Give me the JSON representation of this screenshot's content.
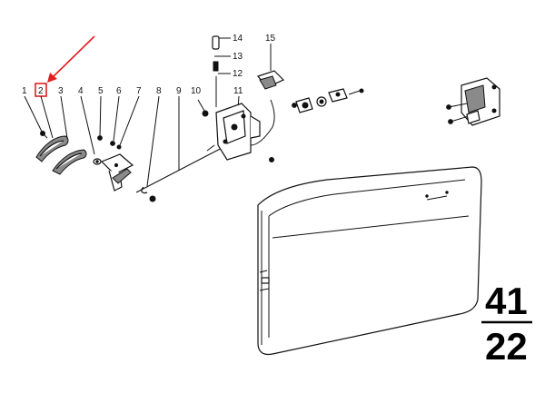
{
  "callouts": [
    {
      "id": "1",
      "label": "1"
    },
    {
      "id": "2",
      "label": "2",
      "highlighted": true
    },
    {
      "id": "3",
      "label": "3"
    },
    {
      "id": "4",
      "label": "4"
    },
    {
      "id": "5",
      "label": "5"
    },
    {
      "id": "6",
      "label": "6"
    },
    {
      "id": "7",
      "label": "7"
    },
    {
      "id": "8",
      "label": "8"
    },
    {
      "id": "9",
      "label": "9"
    },
    {
      "id": "10",
      "label": "10"
    },
    {
      "id": "11",
      "label": "11"
    },
    {
      "id": "12",
      "label": "12"
    },
    {
      "id": "13",
      "label": "13"
    },
    {
      "id": "14",
      "label": "14"
    },
    {
      "id": "15",
      "label": "15"
    }
  ],
  "page_ref": {
    "top": "41",
    "bottom": "22"
  },
  "colors": {
    "highlight": "#e02020",
    "line": "#111111",
    "background": "#ffffff"
  }
}
